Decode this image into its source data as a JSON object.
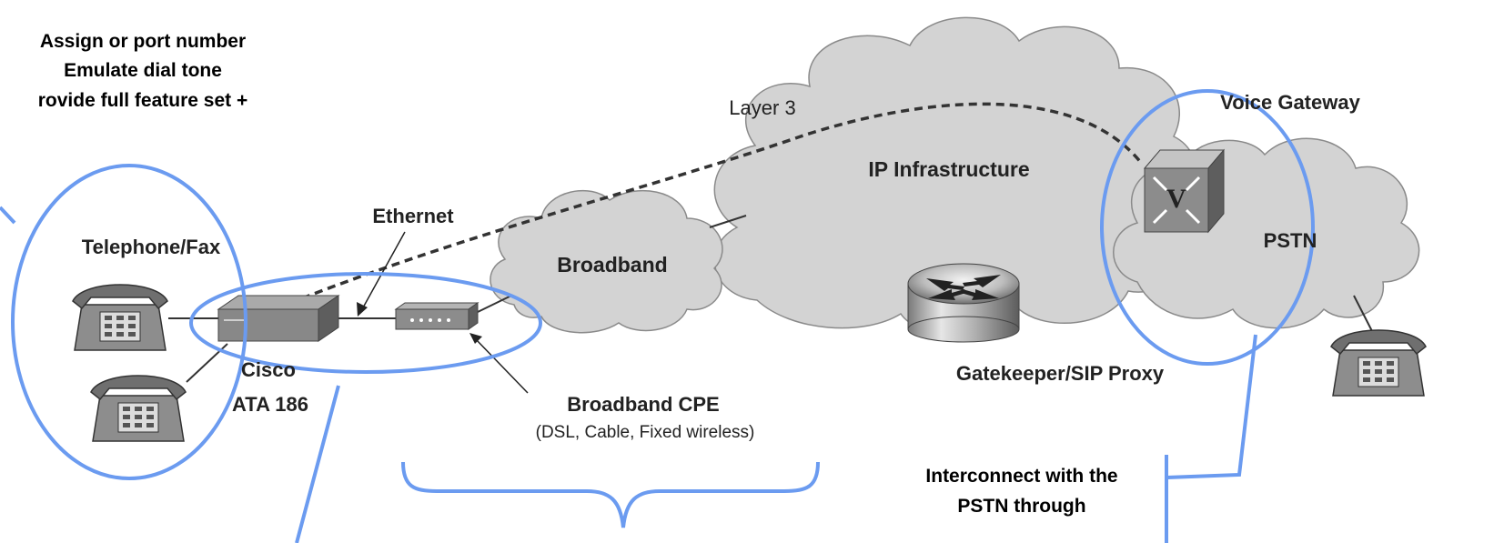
{
  "annotations": {
    "top_left": {
      "line1": "Assign or port number",
      "line2": "Emulate dial tone",
      "line3": "rovide full feature set +"
    },
    "bottom_right": {
      "line1": "Interconnect with the",
      "line2": "PSTN  through"
    }
  },
  "labels": {
    "layer3": "Layer 3",
    "voice_gateway": "Voice Gateway",
    "ip_infrastructure": "IP Infrastructure",
    "pstn": "PSTN",
    "ethernet": "Ethernet",
    "telephone_fax": "Telephone/Fax",
    "broadband": "Broadband",
    "gatekeeper": "Gatekeeper/SIP Proxy",
    "cisco_line1": "Cisco",
    "cisco_line2": "ATA 186",
    "broadband_cpe": "Broadband CPE",
    "cpe_types": "(DSL, Cable, Fixed wireless)",
    "gateway_glyph": "V"
  },
  "colors": {
    "highlight": "#6b9bf0",
    "cloud_fill": "#d3d3d3",
    "cloud_stroke": "#8a8a8a",
    "device_fill": "#8c8c8c",
    "device_dark": "#5a5a5a",
    "link": "#333333"
  }
}
